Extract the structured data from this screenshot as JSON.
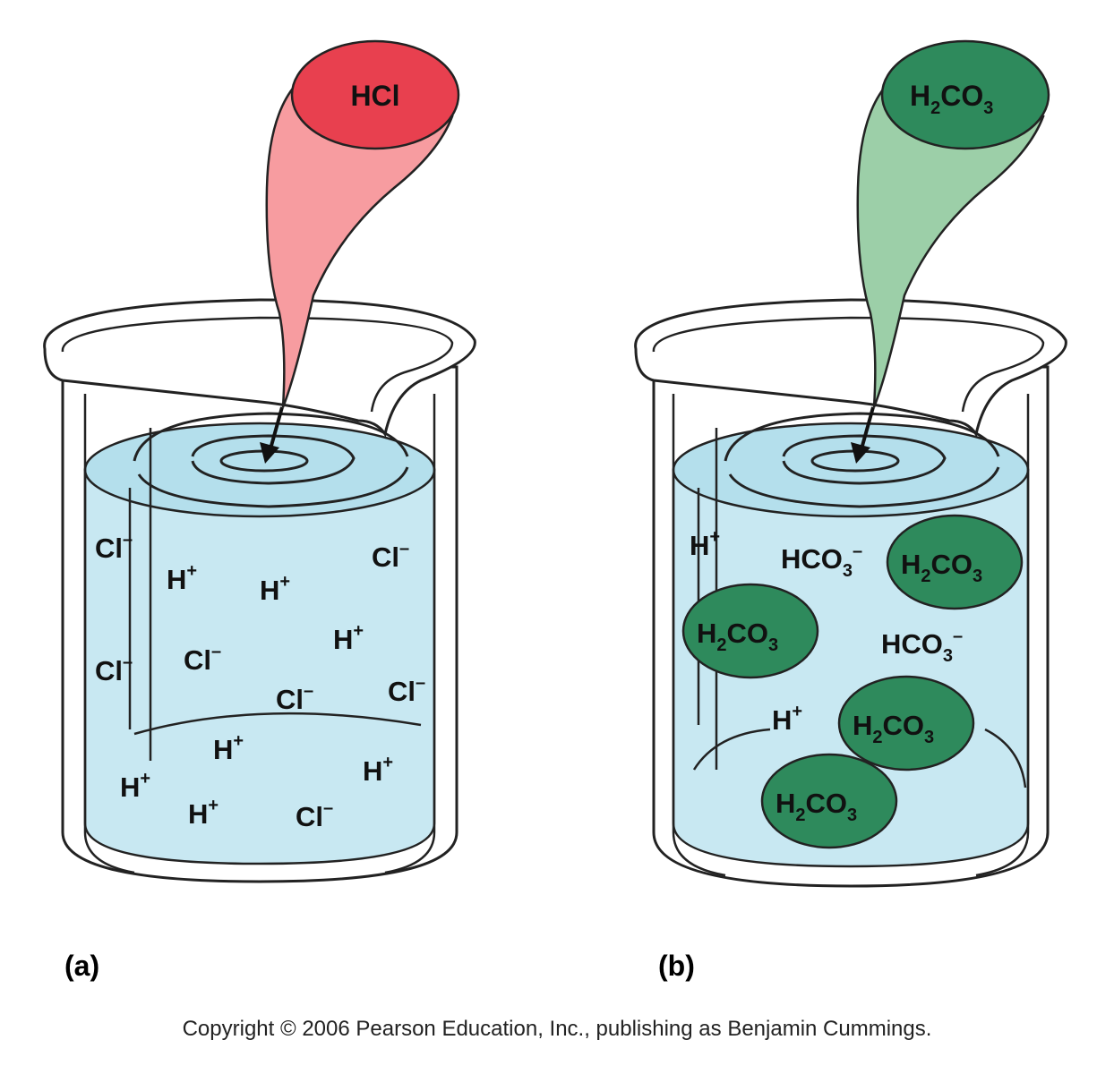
{
  "colors": {
    "hcl_flask": "#e8404f",
    "hcl_tail": "#f79ca0",
    "h2co3_flask": "#2e8a5c",
    "h2co3_tail": "#9ccfa8",
    "solution": "#c8e8f2",
    "solution_top": "#b4dfec"
  },
  "panel_a": {
    "label": "(a)",
    "flask_label": "HCl",
    "ion_cl": "Cl",
    "ion_h": "H",
    "minus": "–",
    "plus": "+"
  },
  "panel_b": {
    "label": "(b)",
    "h2co3": {
      "h": "H",
      "two": "2",
      "co": "CO",
      "three": "3"
    },
    "hco3": {
      "hco": "HCO",
      "three": "3",
      "minus": "–"
    },
    "ion_h": "H",
    "plus": "+"
  },
  "copyright": "Copyright © 2006 Pearson Education, Inc., publishing as Benjamin Cummings."
}
